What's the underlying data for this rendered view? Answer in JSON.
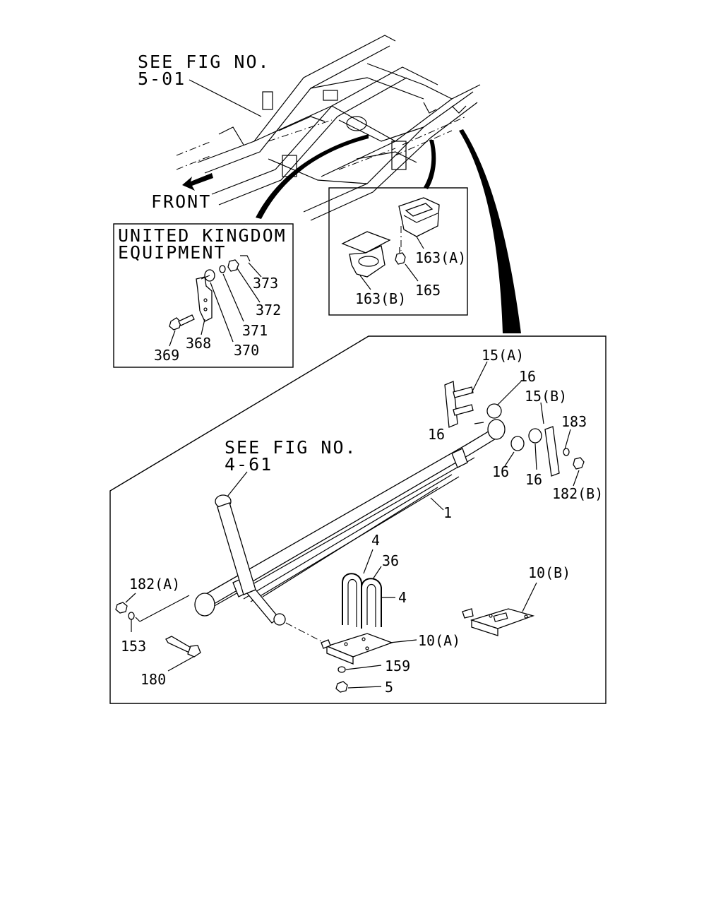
{
  "references": {
    "frame_ref_line1": "SEE FIG NO.",
    "frame_ref_line2": "5-01",
    "shock_ref_line1": "SEE FIG NO.",
    "shock_ref_line2": "4-61"
  },
  "direction_label": "FRONT",
  "uk_box": {
    "title_line1": "UNITED KINGDOM",
    "title_line2": "EQUIPMENT",
    "parts": [
      "373",
      "372",
      "371",
      "370",
      "368",
      "369"
    ]
  },
  "bumper_box": {
    "parts": [
      "163(A)",
      "163(B)",
      "165"
    ]
  },
  "main_parts": {
    "p15a": "15(A)",
    "p16_top": "16",
    "p15b": "15(B)",
    "p183": "183",
    "p16_left": "16",
    "p16_mid": "16",
    "p16_right": "16",
    "p182b": "182(B)",
    "p1": "1",
    "p4_top": "4",
    "p36": "36",
    "p4_right": "4",
    "p10b": "10(B)",
    "p182a": "182(A)",
    "p153": "153",
    "p180": "180",
    "p10a": "10(A)",
    "p159": "159",
    "p5": "5"
  }
}
